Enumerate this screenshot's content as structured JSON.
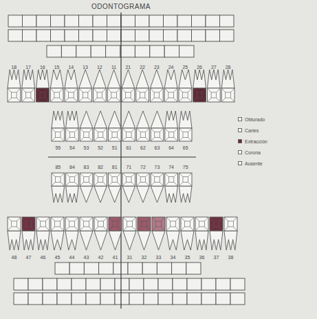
{
  "diagram": {
    "title": "ODONTOGRAMA",
    "labels": [
      "18",
      "17",
      "16",
      "15",
      "14",
      "13",
      "12",
      "11",
      "21",
      "22",
      "23",
      "24",
      "25",
      "26",
      "27",
      "28",
      "55",
      "54",
      "53",
      "52",
      "51",
      "61",
      "62",
      "63",
      "64",
      "65",
      "85",
      "84",
      "83",
      "82",
      "81",
      "71",
      "72",
      "73",
      "74",
      "75",
      "48",
      "47",
      "46",
      "45",
      "44",
      "43",
      "42",
      "41",
      "31",
      "32",
      "33",
      "34",
      "35",
      "36",
      "37",
      "38"
    ],
    "legend": [
      {
        "text": "Obturado",
        "color": "#ffffff"
      },
      {
        "text": "Caries",
        "color": "#ffffff"
      },
      {
        "text": "Extracción",
        "color": "#6a2636"
      },
      {
        "text": "Corona",
        "color": "#ffffff"
      },
      {
        "text": "Ausente",
        "color": "#ffffff"
      }
    ]
  }
}
